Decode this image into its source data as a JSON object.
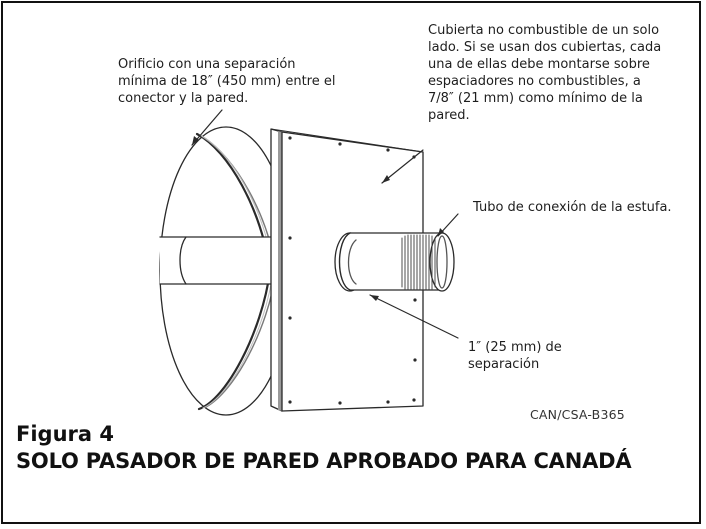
{
  "labels": {
    "orificio": "Orificio con una separación mínima de 18″ (450 mm) entre el conector y la pared.",
    "cubierta": "Cubierta no combustible de un solo lado. Si se usan dos cubiertas, cada una de ellas debe montarse sobre espaciadores no combustibles, a 7/8″ (21 mm) como mínimo de la pared.",
    "tubo": "Tubo de conexión de la estufa.",
    "separacion": "1″ (25 mm) de separación",
    "standard": "CAN/CSA-B365"
  },
  "caption": {
    "figure": "Figura 4",
    "title": "SOLO PASADOR DE PARED APROBADO PARA CANADÁ"
  },
  "colors": {
    "line": "#2a2a2a",
    "plate_fill": "#ffffff",
    "plate_edge": "#6f6f6f",
    "shadow": "#9a9a9a"
  }
}
